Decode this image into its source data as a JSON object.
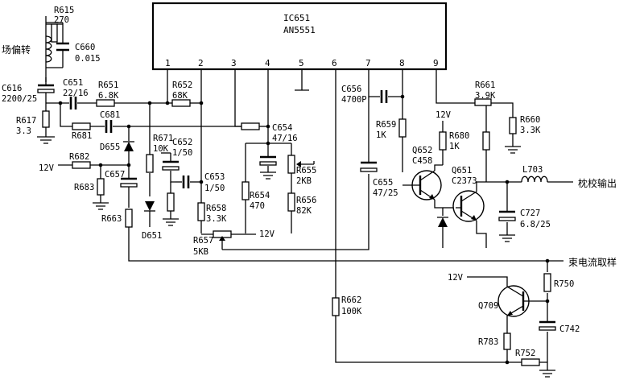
{
  "ic": {
    "ref": "IC651",
    "part": "AN5551",
    "pins": [
      "1",
      "2",
      "3",
      "4",
      "5",
      "6",
      "7",
      "8",
      "9"
    ]
  },
  "supply": {
    "a": "12V",
    "b": "12V",
    "c": "12V",
    "d": "12V"
  },
  "parts": {
    "R615": {
      "ref": "R615",
      "val": "270"
    },
    "C660": {
      "ref": "C660",
      "val": "0.015"
    },
    "C616": {
      "ref": "C616",
      "val": "2200/25"
    },
    "R617": {
      "ref": "R617",
      "val": "3.3"
    },
    "C651": {
      "ref": "C651",
      "val": "22/16"
    },
    "R651": {
      "ref": "R651",
      "val": "6.8K"
    },
    "R652": {
      "ref": "R652",
      "val": "68K"
    },
    "R681": {
      "ref": "R681"
    },
    "C681": {
      "ref": "C681"
    },
    "D655": {
      "ref": "D655"
    },
    "R682": {
      "ref": "R682"
    },
    "C657": {
      "ref": "C657"
    },
    "R683": {
      "ref": "R683"
    },
    "R663": {
      "ref": "R663"
    },
    "R671": {
      "ref": "R671",
      "val": "10K"
    },
    "D651": {
      "ref": "D651"
    },
    "C652": {
      "ref": "C652",
      "val": "1/50"
    },
    "C653": {
      "ref": "C653",
      "val": "1/50"
    },
    "R658": {
      "ref": "R658",
      "val": "3.3K"
    },
    "R657": {
      "ref": "R657",
      "val": "5KB"
    },
    "C654": {
      "ref": "C654",
      "val": "47/16"
    },
    "R654": {
      "ref": "R654",
      "val": "470"
    },
    "R655": {
      "ref": "R655",
      "val": "2KB"
    },
    "R656": {
      "ref": "R656",
      "val": "82K"
    },
    "C656": {
      "ref": "C656",
      "val": "4700P"
    },
    "R659": {
      "ref": "R659",
      "val": "1K"
    },
    "C655": {
      "ref": "C655",
      "val": "47/25"
    },
    "Q652": {
      "ref": "Q652",
      "val": "C458"
    },
    "R680": {
      "ref": "R680",
      "val": "1K"
    },
    "Q651": {
      "ref": "Q651",
      "val": "C2373"
    },
    "R661": {
      "ref": "R661",
      "val": "3.9K"
    },
    "R660": {
      "ref": "R660",
      "val": "3.3K"
    },
    "L703": {
      "ref": "L703"
    },
    "C727": {
      "ref": "C727",
      "val": "6.8/25"
    },
    "R662": {
      "ref": "R662",
      "val": "100K"
    },
    "Q709": {
      "ref": "Q709"
    },
    "R750": {
      "ref": "R750"
    },
    "C742": {
      "ref": "C742"
    },
    "R783": {
      "ref": "R783"
    },
    "R752": {
      "ref": "R752"
    }
  },
  "signals": {
    "yoke": "场偏转",
    "pincushion_out": "枕校输出",
    "beam_sample": "束电流取样"
  }
}
